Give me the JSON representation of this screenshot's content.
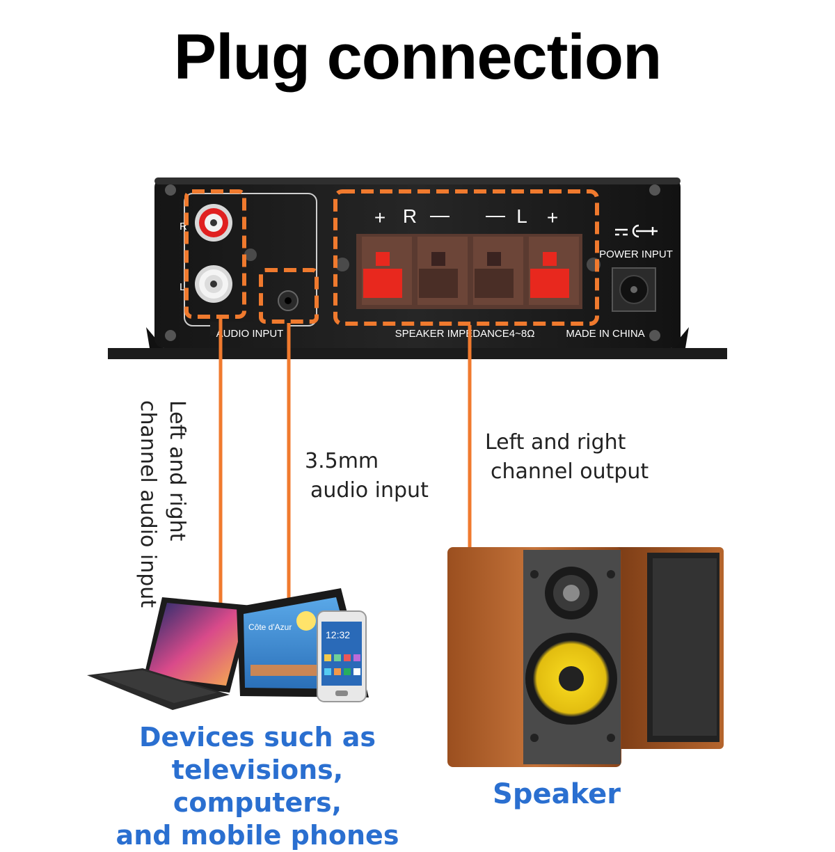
{
  "title": "Plug connection",
  "amplifier": {
    "audio_input_label": "AUDIO INPUT",
    "channel_r": "R",
    "channel_l": "L",
    "terminal_labels": [
      "+",
      "R",
      "—",
      "—",
      "L",
      "+"
    ],
    "speaker_impedance_label": "SPEAKER IMPEDANCE4~8Ω",
    "power_input_label": "POWER INPUT",
    "made_in_label": "MADE IN CHINA"
  },
  "callouts": {
    "rca": [
      "Left and right",
      "channel audio input"
    ],
    "aux": [
      "3.5mm",
      "audio input"
    ],
    "output": [
      "Left and right",
      "channel output"
    ]
  },
  "devices": {
    "tablet_text": "Côte d'Azur",
    "phone_time": "12:32",
    "caption": [
      "Devices such as",
      "televisions, computers,",
      "and mobile phones"
    ]
  },
  "speaker": {
    "caption": "Speaker"
  },
  "colors": {
    "accent": "#f07a2e",
    "caption_blue": "#2a6fd0",
    "panel": "#1a1a1a",
    "terminal_red": "#e8281e"
  }
}
